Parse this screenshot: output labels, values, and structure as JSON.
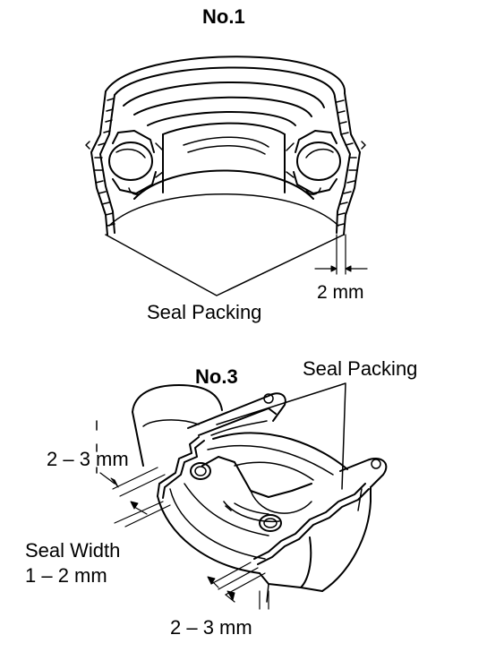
{
  "labels": {
    "no1": "No.1",
    "no3": "No.3",
    "seal_packing_1": "Seal Packing",
    "seal_packing_2": "Seal Packing",
    "gap_2mm": "2 mm",
    "gap_top_left": "2 – 3 mm",
    "seal_width_line1": "Seal Width",
    "seal_width_line2": "1 – 2 mm",
    "gap_bottom": "2 – 3 mm"
  },
  "colors": {
    "ink": "#000000",
    "paper": "#ffffff"
  }
}
